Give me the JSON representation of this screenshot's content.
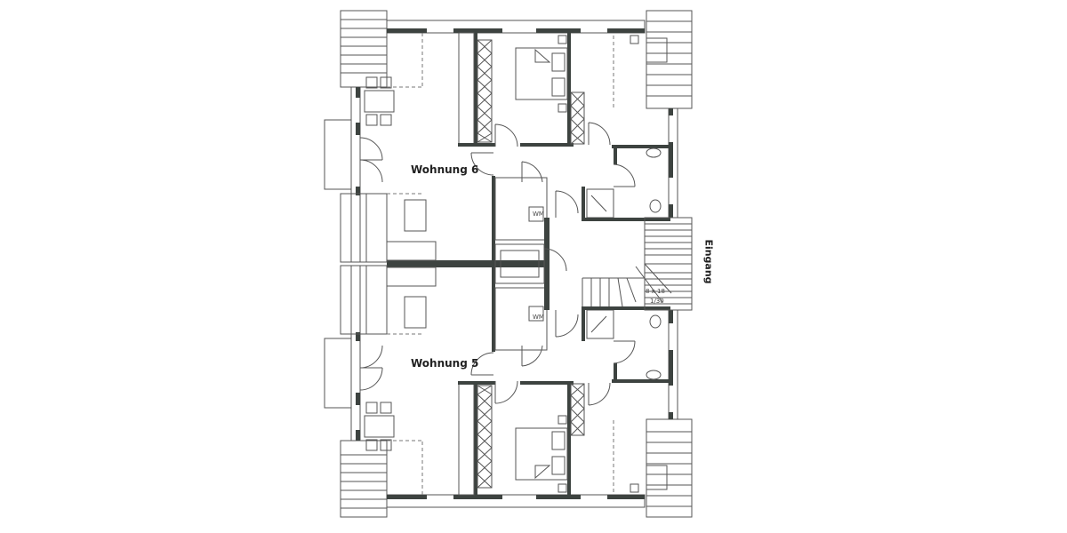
{
  "plan": {
    "units": [
      {
        "label": "Wohnung 6"
      },
      {
        "label": "Wohnung 5"
      }
    ],
    "entrance_label": "Eingang",
    "washing_machine_label": "WM",
    "stair_annotation": [
      "8 x 18",
      "1/30"
    ],
    "wall_color": "#3d4340"
  }
}
